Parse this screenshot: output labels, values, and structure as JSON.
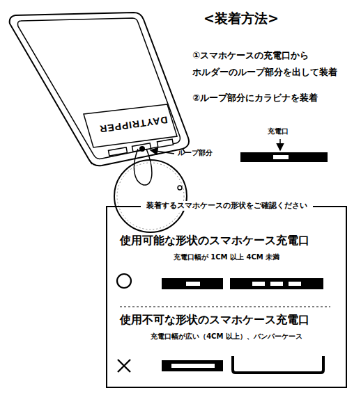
{
  "diagram": {
    "title": "<装着方法>",
    "nodes": [
      {
        "text": [
          "装着するスマホケースの形状をご確認ください",
          "使用可能な形状のスマホケース充電口",
          "充電口幅が 1CM 以上 4CM 未満",
          "使用不可な形状のスマホケース充電口",
          "充電口幅が広い（4CM 以上）、バンパーケース"
        ]
      }
    ],
    "labels": [
      "①スマホケースの充電口から ホルダーのループ部分を出して装着",
      "②ループ部分にカラビナを装着",
      "ループ部分",
      "充電口",
      "DAYTRIPPER"
    ]
  }
}
